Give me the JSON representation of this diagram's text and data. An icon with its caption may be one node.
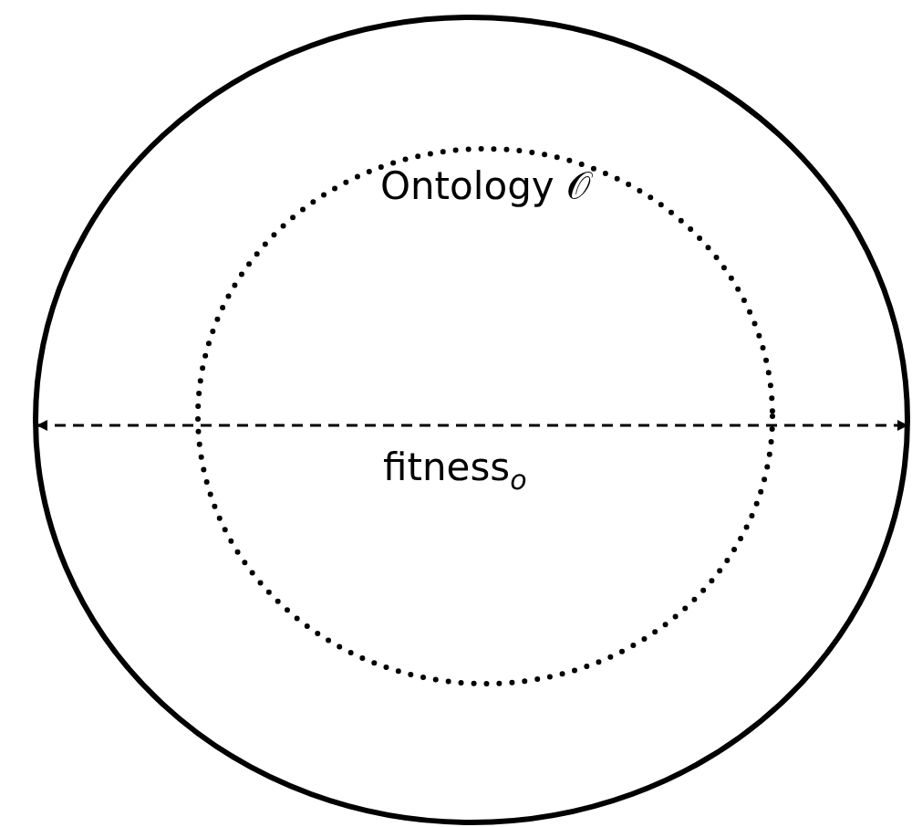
{
  "diagram": {
    "nodes": [
      {
        "text": [],
        "shape": "ellipse"
      },
      {
        "text": [
          "Ontology 𝒪"
        ],
        "in": 0
      }
    ],
    "labels": [
      "fitness$_{o}$"
    ]
  }
}
